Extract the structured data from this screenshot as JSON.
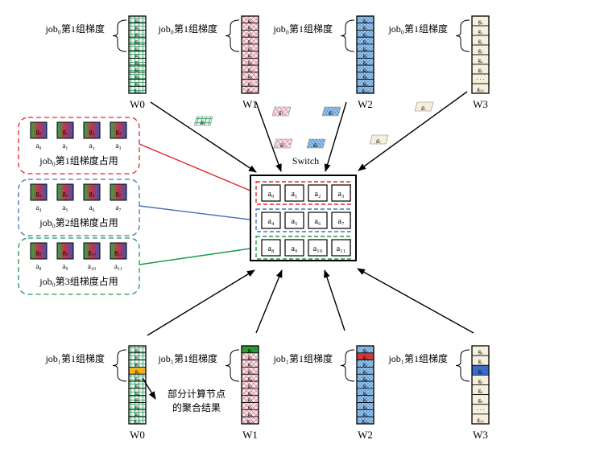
{
  "top_workers": [
    {
      "name": "W0",
      "label": "job₀第1组梯度",
      "pattern": "grid",
      "cells": [
        "g₀",
        "g₁",
        "g₂",
        "g₃",
        "g₄",
        "g₅",
        "g₆",
        "g₇",
        "g₈",
        "g₉",
        "g₁₀"
      ]
    },
    {
      "name": "W1",
      "label": "job₀第1组梯度",
      "pattern": "pink",
      "cells": [
        "g₀",
        "g₁",
        "g₂",
        "g₃",
        "g₄",
        "g₅",
        "g₆",
        "g₇",
        "g₈",
        "g₉",
        "g₁₀"
      ]
    },
    {
      "name": "W2",
      "label": "job₀第1组梯度",
      "pattern": "blue",
      "cells": [
        "g₀",
        "g₁",
        "g₂",
        "g₃",
        "g₄",
        "g₅",
        "g₆",
        "g₇",
        "g₈",
        "g₉",
        "g₁₀"
      ]
    },
    {
      "name": "W3",
      "label": "job₀第1组梯度",
      "pattern": "cream",
      "cells": [
        "g₀",
        "g₁",
        "g₂",
        "g₃",
        "g₄",
        "g₅",
        "· · ·",
        "g₁₀"
      ]
    }
  ],
  "bottom_workers": [
    {
      "name": "W0",
      "label": "job₁第1组梯度",
      "pattern": "grid",
      "cells": [
        "g₀",
        "g₁",
        "g₂",
        "g₃",
        "g₄",
        "g₅",
        "g₆",
        "g₇",
        "g₈",
        "g₉",
        "g₁₀"
      ],
      "highlight": 3,
      "highlight_color": "#f3b21c"
    },
    {
      "name": "W1",
      "label": "job₁第1组梯度",
      "pattern": "pink",
      "cells": [
        "g₀",
        "g₁",
        "g₂",
        "g₃",
        "g₄",
        "g₅",
        "g₆",
        "g₇",
        "g₈",
        "g₉",
        "g₁₀"
      ],
      "highlight": 0,
      "highlight_color": "#2f9a35"
    },
    {
      "name": "W2",
      "label": "job₁第1组梯度",
      "pattern": "blue",
      "cells": [
        "g₀",
        "g₁",
        "g₂",
        "g₃",
        "g₄",
        "g₅",
        "g₆",
        "g₇",
        "g₈",
        "g₉",
        "g₁₀"
      ],
      "highlight": 1,
      "highlight_color": "#d13a3a"
    },
    {
      "name": "W3",
      "label": "job₁第1组梯度",
      "pattern": "cream",
      "cells": [
        "g₀",
        "g₁",
        "g₂",
        "g₃",
        "g₄",
        "g₅",
        "· · ·",
        "g₁₀"
      ],
      "highlight": 2,
      "highlight_color": "#3a6bc8"
    }
  ],
  "switch": {
    "label": "Switch",
    "rows": [
      [
        "a₀",
        "a₁",
        "a₂",
        "a₃"
      ],
      [
        "a₄",
        "a₅",
        "a₆",
        "a₇"
      ],
      [
        "a₈",
        "a₉",
        "a₁₀",
        "a₁₁"
      ]
    ]
  },
  "groups": [
    {
      "caption": "job₀第1组梯度占用",
      "color": "#e0262b",
      "grads": [
        "g₀",
        "g₁",
        "g₂",
        "g₃"
      ],
      "aggs": [
        "a₀",
        "a₁",
        "a₂",
        "a₃"
      ]
    },
    {
      "caption": "job₀第2组梯度占用",
      "color": "#4a6fb7",
      "grads": [
        "g₄",
        "g₅",
        "g₆",
        "g₇"
      ],
      "aggs": [
        "a₄",
        "a₅",
        "a₆",
        "a₇"
      ]
    },
    {
      "caption": "job₀第3组梯度占用",
      "color": "#1a9a4a",
      "grads": [
        "g₈",
        "g₉",
        "g₁₀",
        "g₁₁"
      ],
      "aggs": [
        "a₈",
        "a₉",
        "a₁₀",
        "a₁₁"
      ]
    }
  ],
  "packets": [
    "g₀",
    "g₁",
    "g₂",
    "g₃",
    "g₄",
    "g₅"
  ],
  "note": "部分计算节点\n的聚合结果",
  "colors": {
    "grid": "#3aa66b",
    "pink": "#d9879a",
    "blue": "#5b9bd5",
    "cream": "#f4ecd6"
  }
}
